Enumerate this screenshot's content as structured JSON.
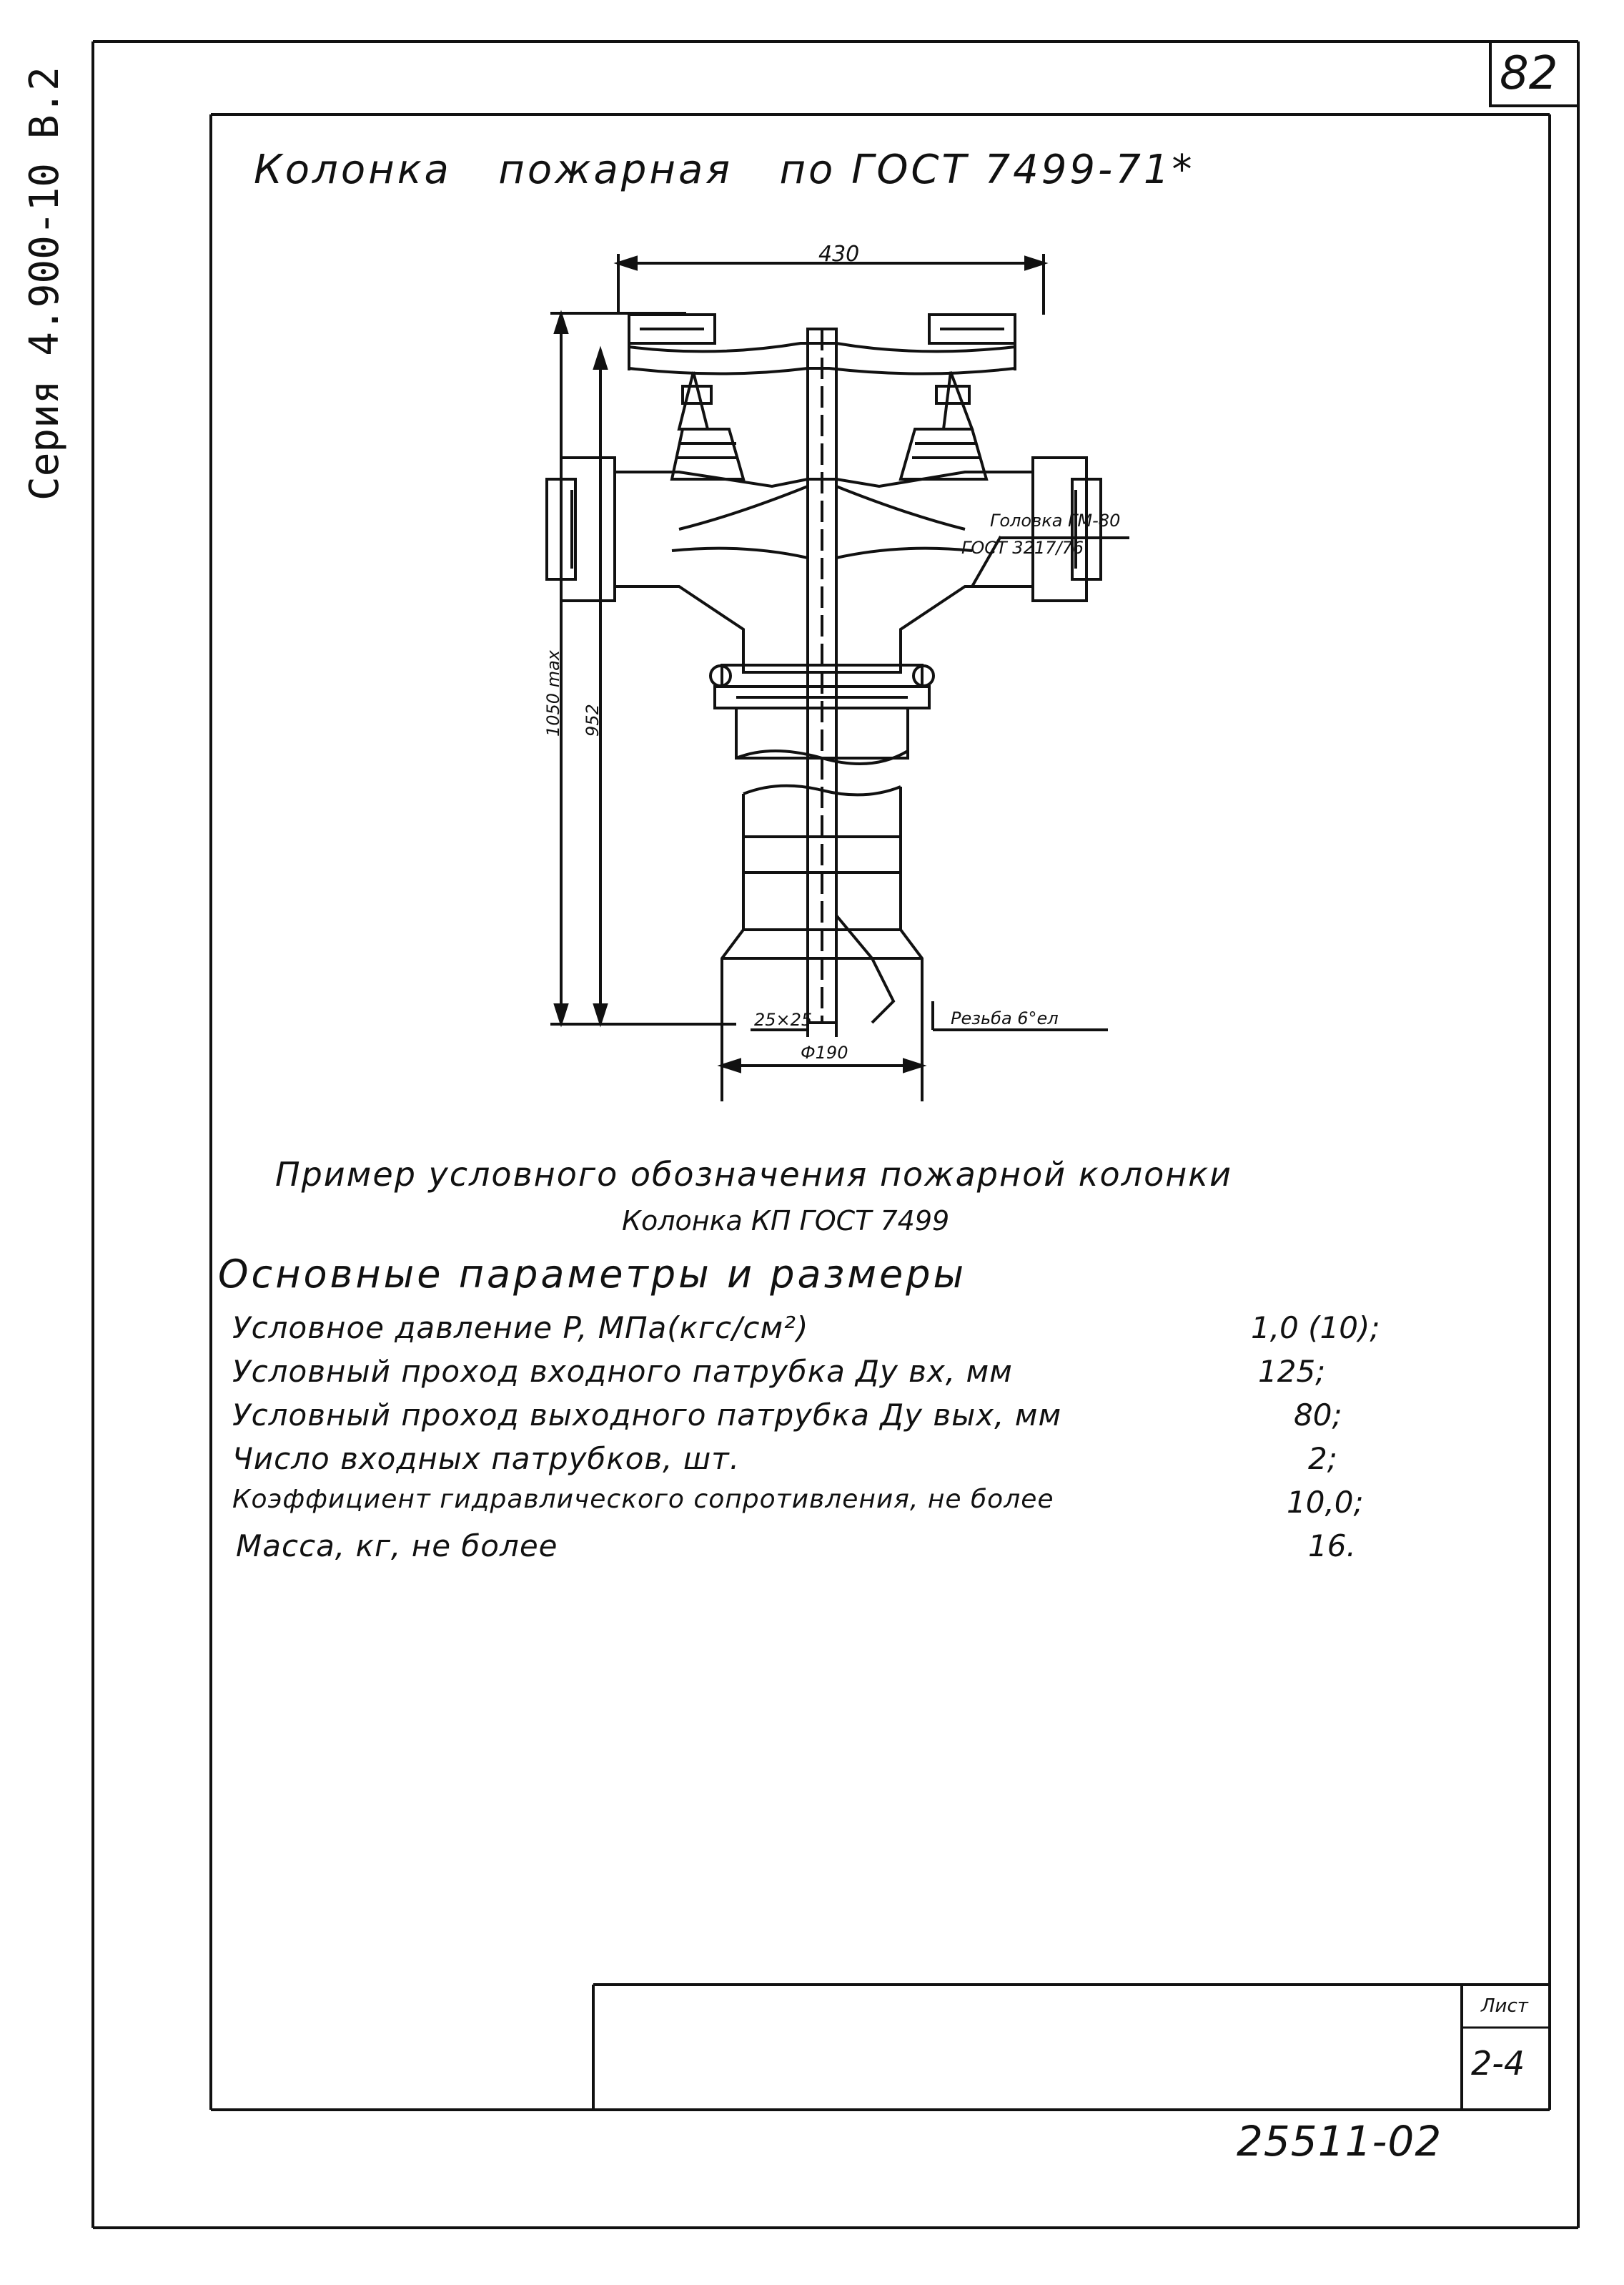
{
  "sheet": {
    "page_number": "82",
    "series": "Серия 4.900-10 В.2",
    "document_number": "25511-02"
  },
  "title": "Колонка   пожарная   по ГОСТ 7499-71*",
  "drawing": {
    "dim_width": "430",
    "dim_height_max": "1050 max",
    "dim_height": "952",
    "label_head": "Головка ГМ-80",
    "label_head_gost": "ГОСТ 3217/76",
    "dim_square": "25×25",
    "dim_diameter": "Ф190",
    "label_thread": "Резьба 6°ел"
  },
  "designation": {
    "line1": "Пример условного обозначения пожарной колонки",
    "line2": "Колонка КП ГОСТ 7499"
  },
  "parameters": {
    "heading": "Основные параметры и размеры",
    "rows": [
      {
        "label": "Условное давление P, МПа(кгс/см²)",
        "value": "1,0 (10);"
      },
      {
        "label": "Условный проход входного патрубка Ду вх, мм",
        "value": "125;"
      },
      {
        "label": "Условный проход выходного патрубка Ду вых, мм",
        "value": "80;"
      },
      {
        "label": "Число входных патрубков, шт.",
        "value": "2;"
      },
      {
        "label": "Коэффициент гидравлического сопротивления, не более",
        "value": "10,0;"
      },
      {
        "label": "Масса, кг, не более",
        "value": "16."
      }
    ]
  },
  "stamp": {
    "label": "Лист",
    "value": "2-4"
  }
}
